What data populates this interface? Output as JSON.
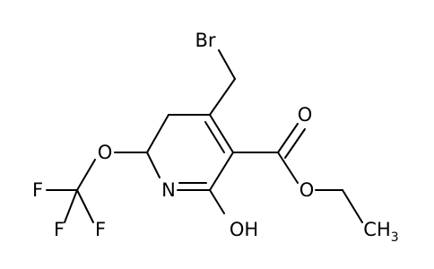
{
  "molecule": {
    "atoms": {
      "br": "Br",
      "o_ether": "O",
      "f1": "F",
      "f2": "F",
      "f3": "F",
      "n": "N",
      "oh": "OH",
      "o_carbonyl": "O",
      "o_ester": "O",
      "ch3_c": "CH",
      "ch3_sub": "3"
    }
  }
}
